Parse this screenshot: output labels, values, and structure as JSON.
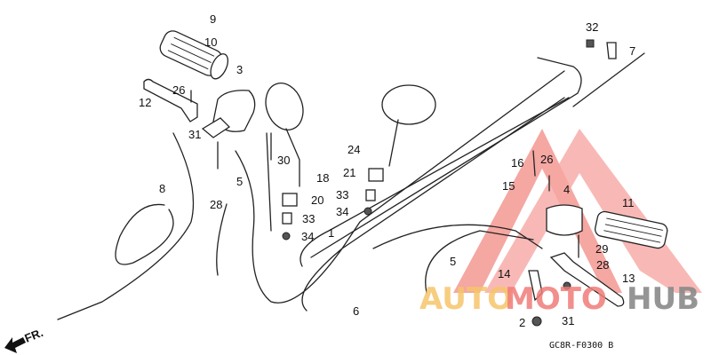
{
  "diagram": {
    "callouts": [
      "9",
      "10",
      "3",
      "26",
      "12",
      "31",
      "30",
      "18",
      "5",
      "8",
      "28",
      "20",
      "33",
      "34",
      "24",
      "21",
      "33",
      "34",
      "1",
      "6",
      "32",
      "7",
      "16",
      "26",
      "15",
      "4",
      "11",
      "29",
      "28",
      "5",
      "14",
      "13",
      "31",
      "2"
    ],
    "direction_label": "FR.",
    "footer_code": "GC8R-F0300 B"
  },
  "watermark": {
    "part1": "AUTO",
    "part2": "MOTO",
    "part3": "HUB",
    "colors": {
      "auto": "#f6c56a",
      "moto": "#f07c78",
      "hub": "#8a8a8a",
      "triangle": "#f28a84"
    }
  }
}
